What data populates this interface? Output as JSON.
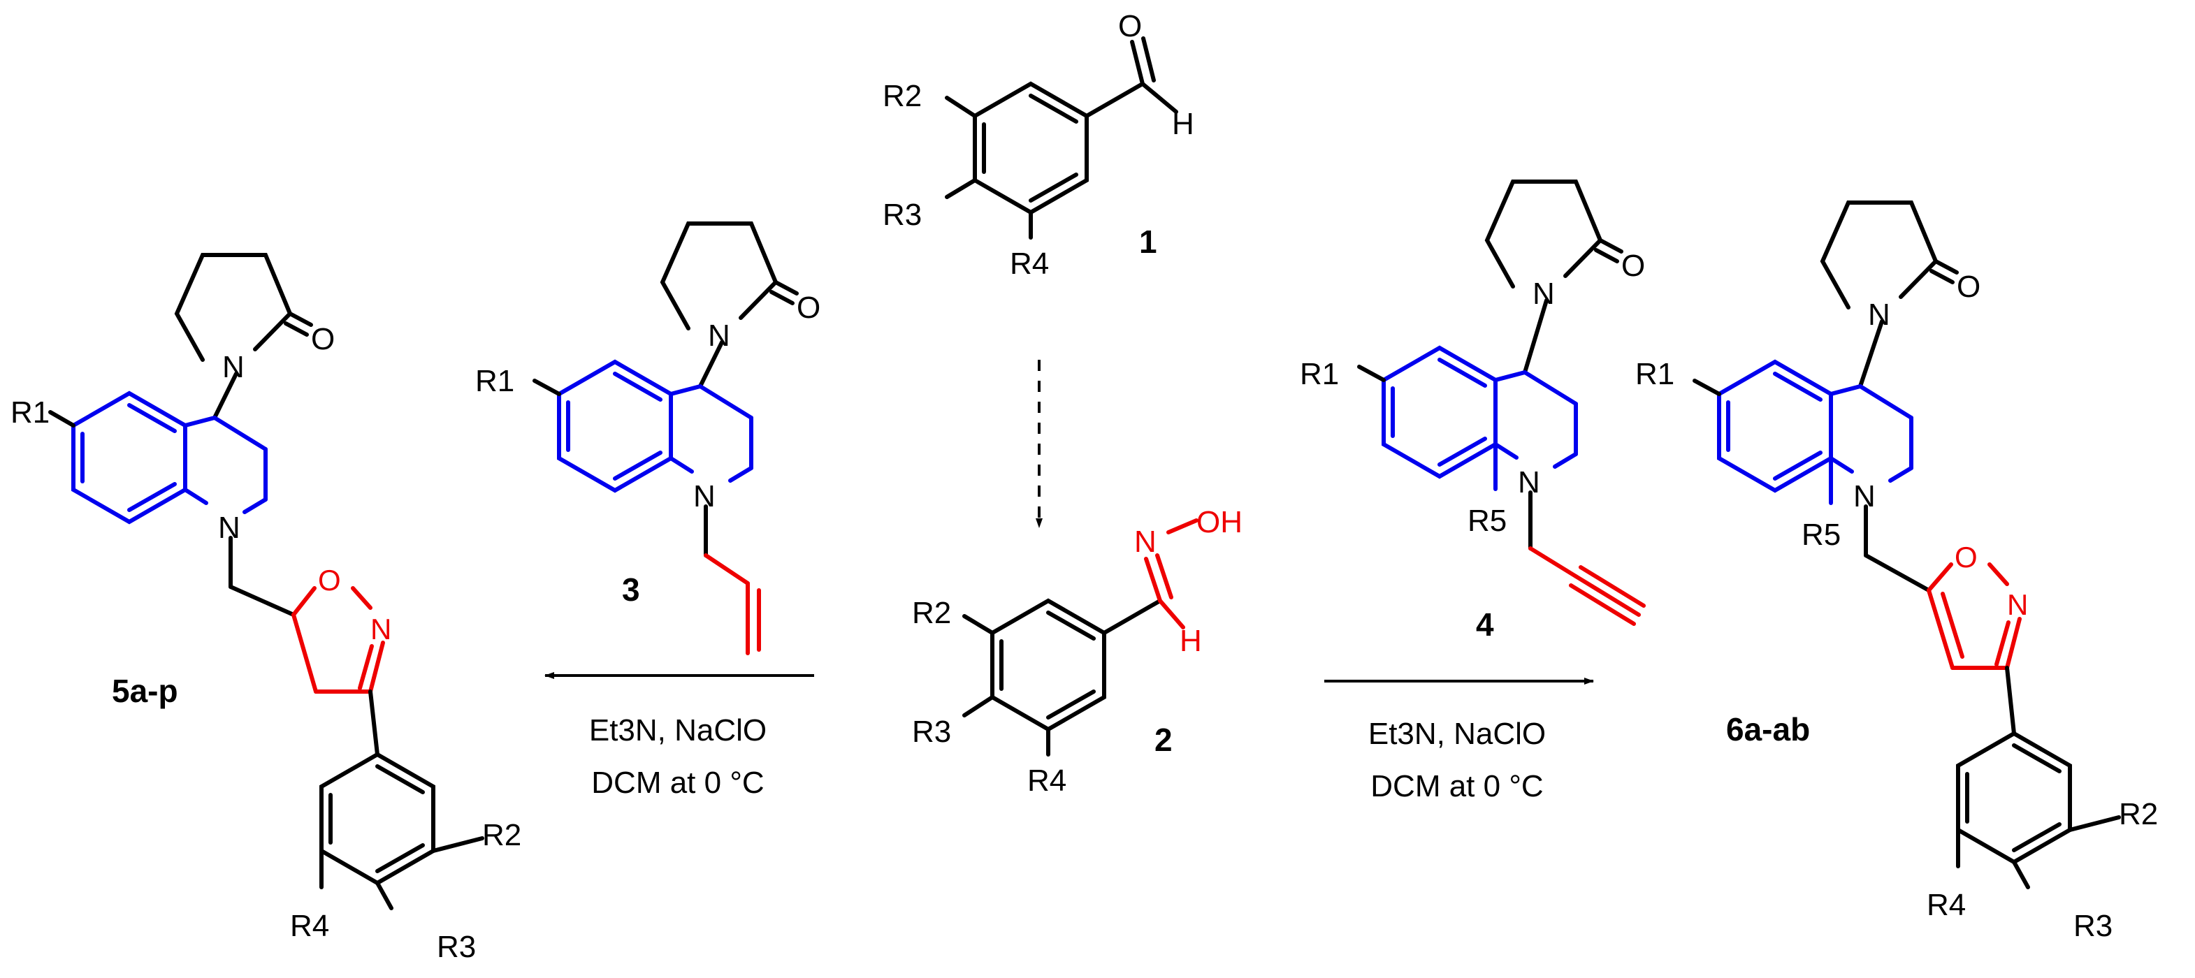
{
  "colors": {
    "black": "#000000",
    "blue": "#0000ee",
    "red": "#ee0000"
  },
  "compound1": {
    "label": "1",
    "atoms": {
      "o": "O",
      "h": "H",
      "r2": "R2",
      "r3": "R3",
      "r4": "R4"
    }
  },
  "compound2": {
    "label": "2",
    "atoms": {
      "n": "N",
      "oh": "OH",
      "h": "H",
      "r2": "R2",
      "r3": "R3",
      "r4": "R4"
    }
  },
  "compound3": {
    "label": "3",
    "atoms": {
      "o": "O",
      "n_lactam": "N",
      "n_ring": "N",
      "r1": "R1"
    }
  },
  "compound4": {
    "label": "4",
    "atoms": {
      "o": "O",
      "n_lactam": "N",
      "n_ring": "N",
      "r1": "R1",
      "r5": "R5"
    }
  },
  "compound5": {
    "label": "5a-p",
    "atoms": {
      "o": "O",
      "n_lactam": "N",
      "n_ring": "N",
      "r1": "R1",
      "iso_o": "O",
      "iso_n": "N",
      "r2": "R2",
      "r3": "R3",
      "r4": "R4"
    }
  },
  "compound6": {
    "label": "6a-ab",
    "atoms": {
      "o": "O",
      "n_lactam": "N",
      "n_ring": "N",
      "r1": "R1",
      "r5": "R5",
      "iso_o": "O",
      "iso_n": "N",
      "r2": "R2",
      "r3": "R3",
      "r4": "R4"
    }
  },
  "arrow_left": {
    "reagents": "Et3N, NaClO",
    "conditions": "DCM at 0 °C"
  },
  "arrow_right": {
    "reagents": "Et3N, NaClO",
    "conditions": "DCM at 0 °C"
  }
}
